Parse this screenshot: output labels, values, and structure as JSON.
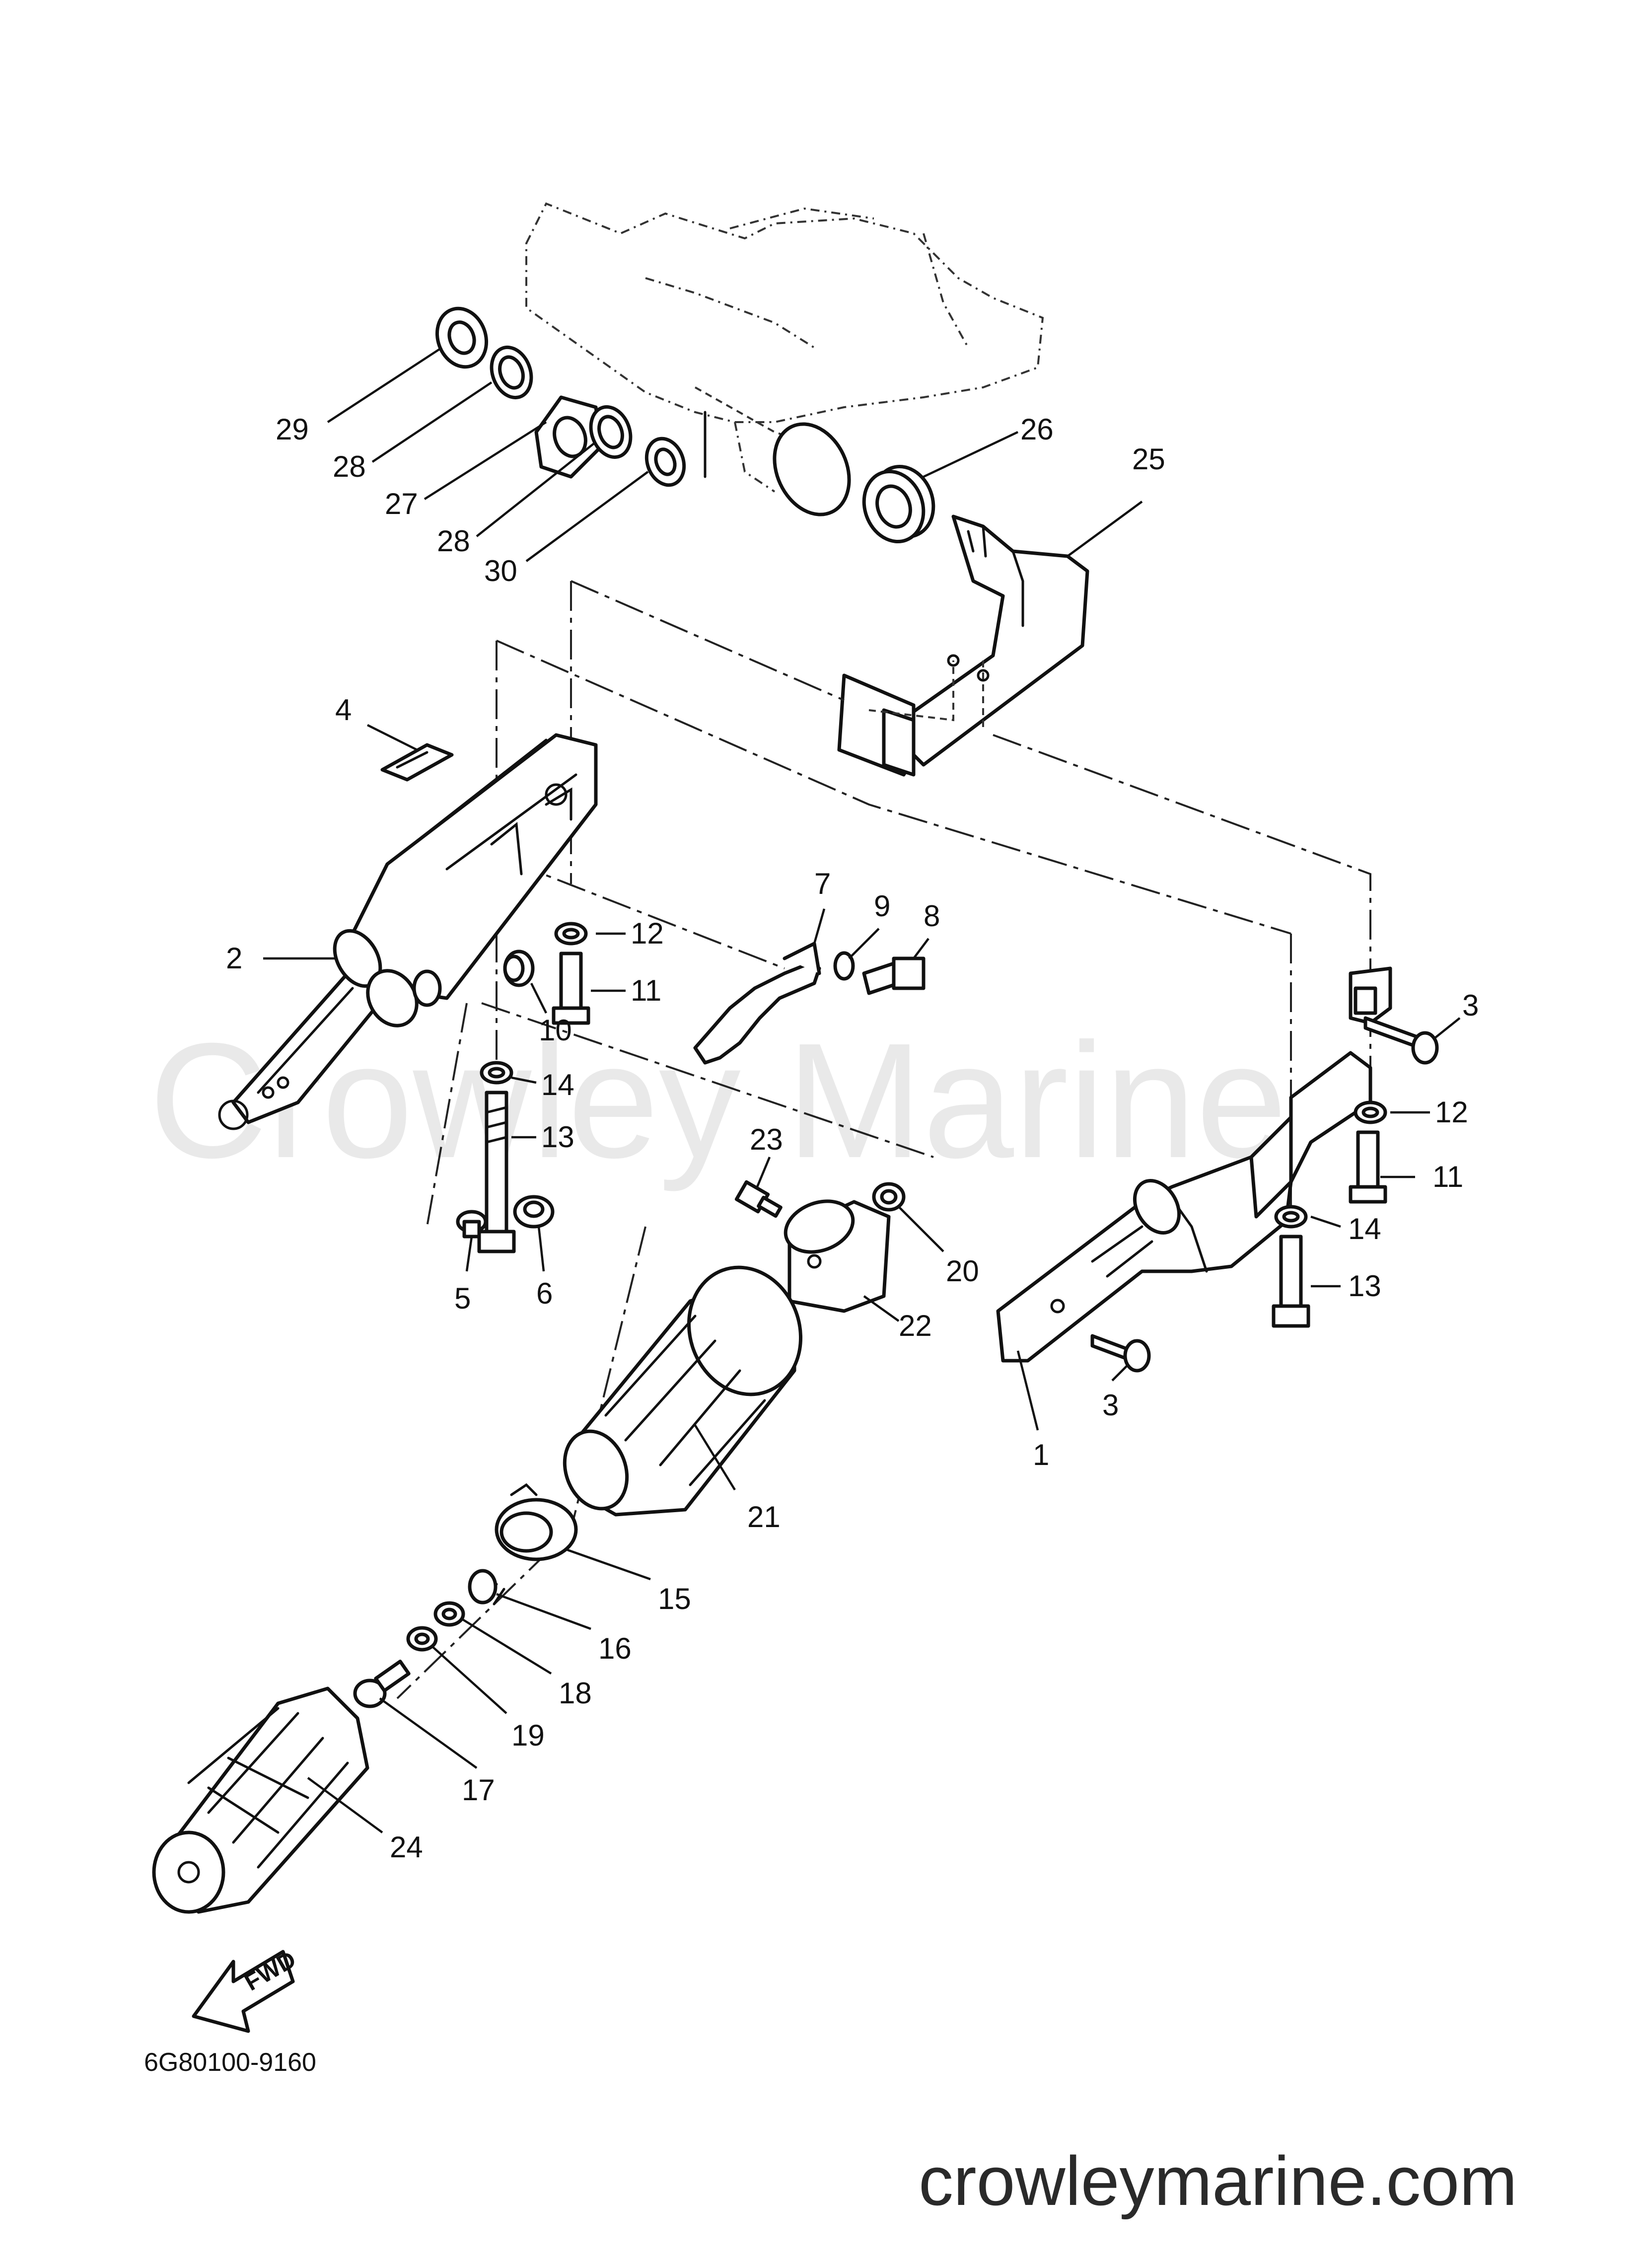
{
  "watermark": "Crowley Marine",
  "site_url": "crowleymarine.com",
  "diagram_code": "6G80100-9160",
  "direction_label": "FWD",
  "labels": [
    {
      "id": "label-29",
      "text": "29"
    },
    {
      "id": "label-28a",
      "text": "28"
    },
    {
      "id": "label-27",
      "text": "27"
    },
    {
      "id": "label-28b",
      "text": "28"
    },
    {
      "id": "label-30",
      "text": "30"
    },
    {
      "id": "label-26",
      "text": "26"
    },
    {
      "id": "label-25",
      "text": "25"
    },
    {
      "id": "label-4",
      "text": "4"
    },
    {
      "id": "label-2",
      "text": "2"
    },
    {
      "id": "label-12a",
      "text": "12"
    },
    {
      "id": "label-11a",
      "text": "11"
    },
    {
      "id": "label-10",
      "text": "10"
    },
    {
      "id": "label-14a",
      "text": "14"
    },
    {
      "id": "label-13a",
      "text": "13"
    },
    {
      "id": "label-5",
      "text": "5"
    },
    {
      "id": "label-6",
      "text": "6"
    },
    {
      "id": "label-7",
      "text": "7"
    },
    {
      "id": "label-9",
      "text": "9"
    },
    {
      "id": "label-8",
      "text": "8"
    },
    {
      "id": "label-23",
      "text": "23"
    },
    {
      "id": "label-20",
      "text": "20"
    },
    {
      "id": "label-22",
      "text": "22"
    },
    {
      "id": "label-21",
      "text": "21"
    },
    {
      "id": "label-15",
      "text": "15"
    },
    {
      "id": "label-16",
      "text": "16"
    },
    {
      "id": "label-18",
      "text": "18"
    },
    {
      "id": "label-19",
      "text": "19"
    },
    {
      "id": "label-17",
      "text": "17"
    },
    {
      "id": "label-24",
      "text": "24"
    },
    {
      "id": "label-3a",
      "text": "3"
    },
    {
      "id": "label-12b",
      "text": "12"
    },
    {
      "id": "label-11b",
      "text": "11"
    },
    {
      "id": "label-14b",
      "text": "14"
    },
    {
      "id": "label-13b",
      "text": "13"
    },
    {
      "id": "label-3b",
      "text": "3"
    },
    {
      "id": "label-1",
      "text": "1"
    }
  ]
}
